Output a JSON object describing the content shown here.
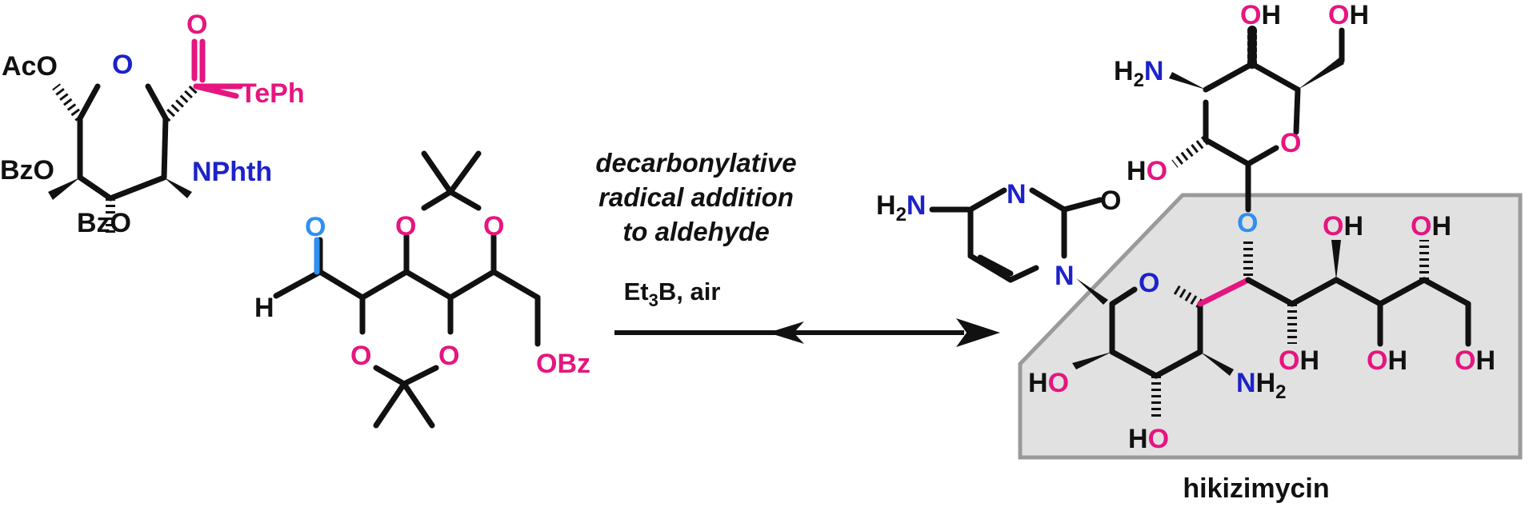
{
  "colors": {
    "black": "#111111",
    "oxygen": "#e6157f",
    "nitrogen": "#1d22c9",
    "highlight_oxygen": "#2f8ff0",
    "tellurium": "#e6157f",
    "box_fill": "#e1e1e1",
    "box_stroke": "#9a9a9a"
  },
  "reactant1": {
    "ac_o": "AcO",
    "ring_o": "O",
    "carbonyl_o": "O",
    "te_ph": "TePh",
    "bz_o_left": "BzO",
    "n_phth": "NPhth",
    "bz_o_bottom": "BzO"
  },
  "reactant2": {
    "aldehyde_o": "O",
    "aldehyde_h": "H",
    "acetal_o_upper_left": "O",
    "acetal_o_upper_right": "O",
    "acetal_o_lower_left": "O",
    "acetal_o_lower_right": "O",
    "o_bz": "OBz"
  },
  "conditions": {
    "line1": "decarbonylative",
    "line2": "radical addition",
    "line3": "to aldehyde",
    "reagent_prefix": "Et",
    "reagent_sub": "3",
    "reagent_suffix": "B, air"
  },
  "product": {
    "name": "hikizimycin",
    "h2n_top": "H",
    "h2n_top_sub": "2",
    "h2n_top_n": "N",
    "oh_top1": "OH",
    "oh_top2": "OH",
    "ring_o_top": "O",
    "ho_top_left": "HO",
    "linking_o": "O",
    "cytosine_h2n": "H",
    "cytosine_h2n_sub": "2",
    "cytosine_h2n_n": "N",
    "cytosine_n3": "N",
    "cytosine_c_o": "O",
    "cytosine_n1": "N",
    "ring_o_bottom": "O",
    "oh_chain1": "OH",
    "oh_chain2": "OH",
    "oh_chain3": "OH",
    "oh_chain4": "OH",
    "oh_chain5": "OH",
    "ho_bottom_left": "HO",
    "nh2_bottom": "NH",
    "nh2_bottom_sub": "2",
    "ho_bottom": "HO"
  }
}
